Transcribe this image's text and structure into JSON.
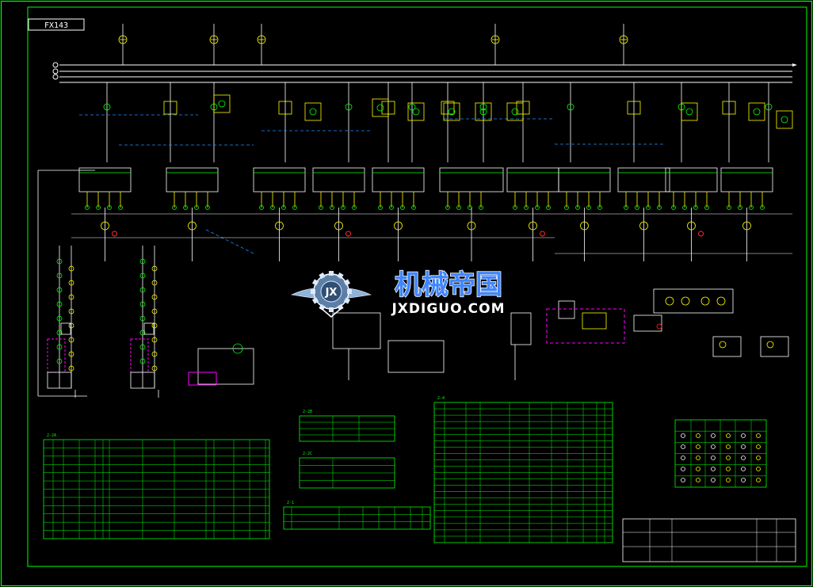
{
  "drawing": {
    "code_box": "FX143",
    "colors": {
      "background": "#000000",
      "frame": "#00ff00",
      "pipe_main": "#ffffff",
      "equipment": "#ffff00",
      "instrument": "#00ff00",
      "secondary_line": "#1e90ff",
      "alarm": "#ff2a2a",
      "highlight": "#ff00ff",
      "table_text": "#00ff00"
    }
  },
  "watermark": {
    "cn_text": "机械帝国",
    "en_text": "JXDIGUO.COM",
    "logo_icon": "gear-wing-logo-icon",
    "colors": {
      "cn_fill": "#3f86ff",
      "cn_stroke": "#ffffff",
      "en_fill": "#ffffff",
      "logo": "#8fb3d9"
    }
  },
  "tables": {
    "left_table": {
      "title": "2-2A"
    },
    "middle_upper": {
      "title": "2-2B"
    },
    "middle_mid": {
      "title": "2-2C"
    },
    "middle_small": {
      "title": "2-1"
    },
    "right_big": {
      "title": "2-4"
    },
    "legend": {
      "title": ""
    }
  },
  "title_block": {}
}
